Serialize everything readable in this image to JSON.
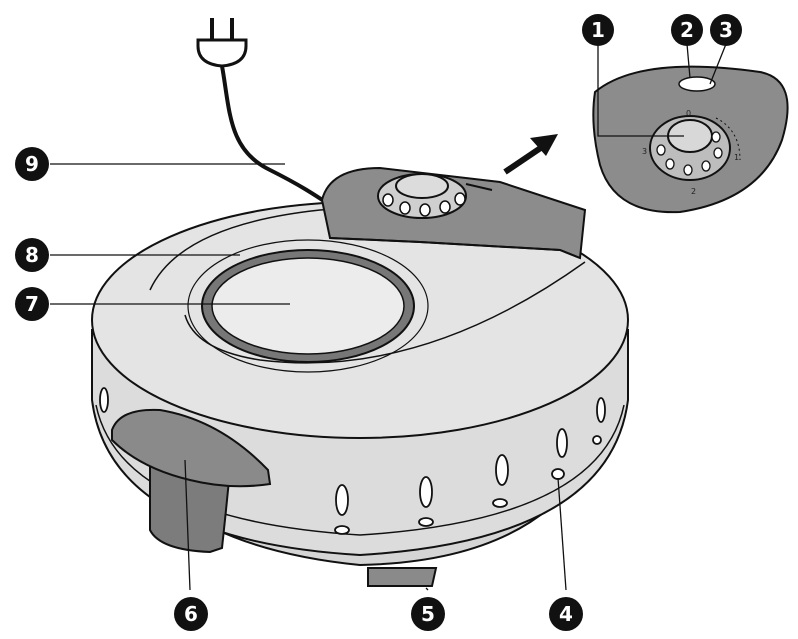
{
  "callouts": [
    {
      "id": "1",
      "label": "1"
    },
    {
      "id": "2",
      "label": "2"
    },
    {
      "id": "3",
      "label": "3"
    },
    {
      "id": "4",
      "label": "4"
    },
    {
      "id": "5",
      "label": "5"
    },
    {
      "id": "6",
      "label": "6"
    },
    {
      "id": "7",
      "label": "7"
    },
    {
      "id": "8",
      "label": "8"
    },
    {
      "id": "9",
      "label": "9"
    }
  ],
  "dial_markings": [
    "0",
    "1",
    "2",
    "3"
  ],
  "colors": {
    "body": "#e2e2e2",
    "body_shadow": "#c9c9c9",
    "lid": "#dedede",
    "dark_part": "#7a7a7a",
    "panel": "#8c8c8c",
    "window": "#ececec",
    "outline": "#111111",
    "callout_fill": "#111111"
  },
  "icons": [
    "power-plug-icon",
    "arrow-icon"
  ]
}
